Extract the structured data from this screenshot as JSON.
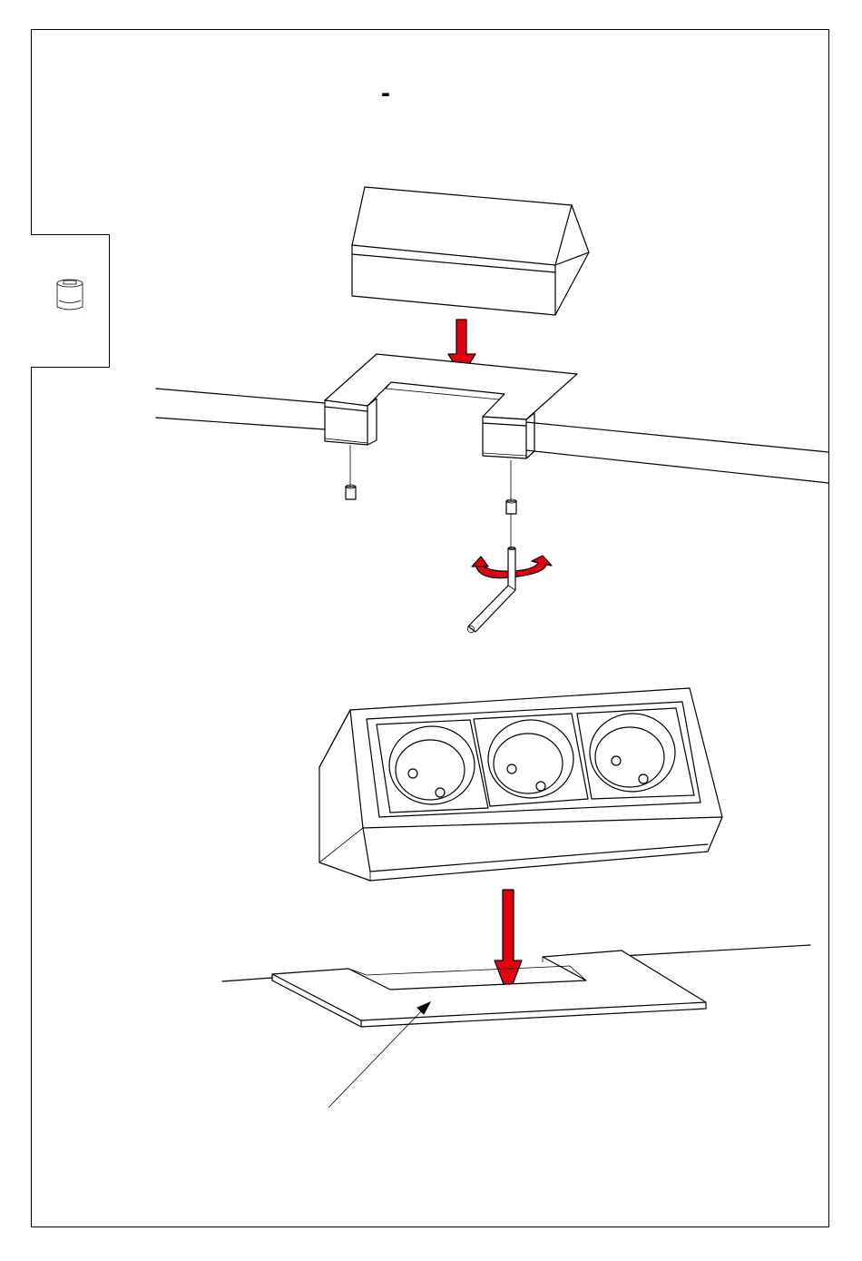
{
  "page": {
    "heading": "-"
  },
  "colors": {
    "line": "#000000",
    "background": "#ffffff",
    "accent_arrow": "#e1000f"
  },
  "figures": [
    {
      "name": "cover-box"
    },
    {
      "name": "mounting-bracket"
    },
    {
      "name": "set-screws"
    },
    {
      "name": "hex-key"
    },
    {
      "name": "rotation-arrow"
    },
    {
      "name": "socket-unit-three-outlets"
    },
    {
      "name": "base-plate"
    },
    {
      "name": "pointer-arrow"
    }
  ],
  "side_tab": {
    "icon": "screw-cap-icon"
  }
}
